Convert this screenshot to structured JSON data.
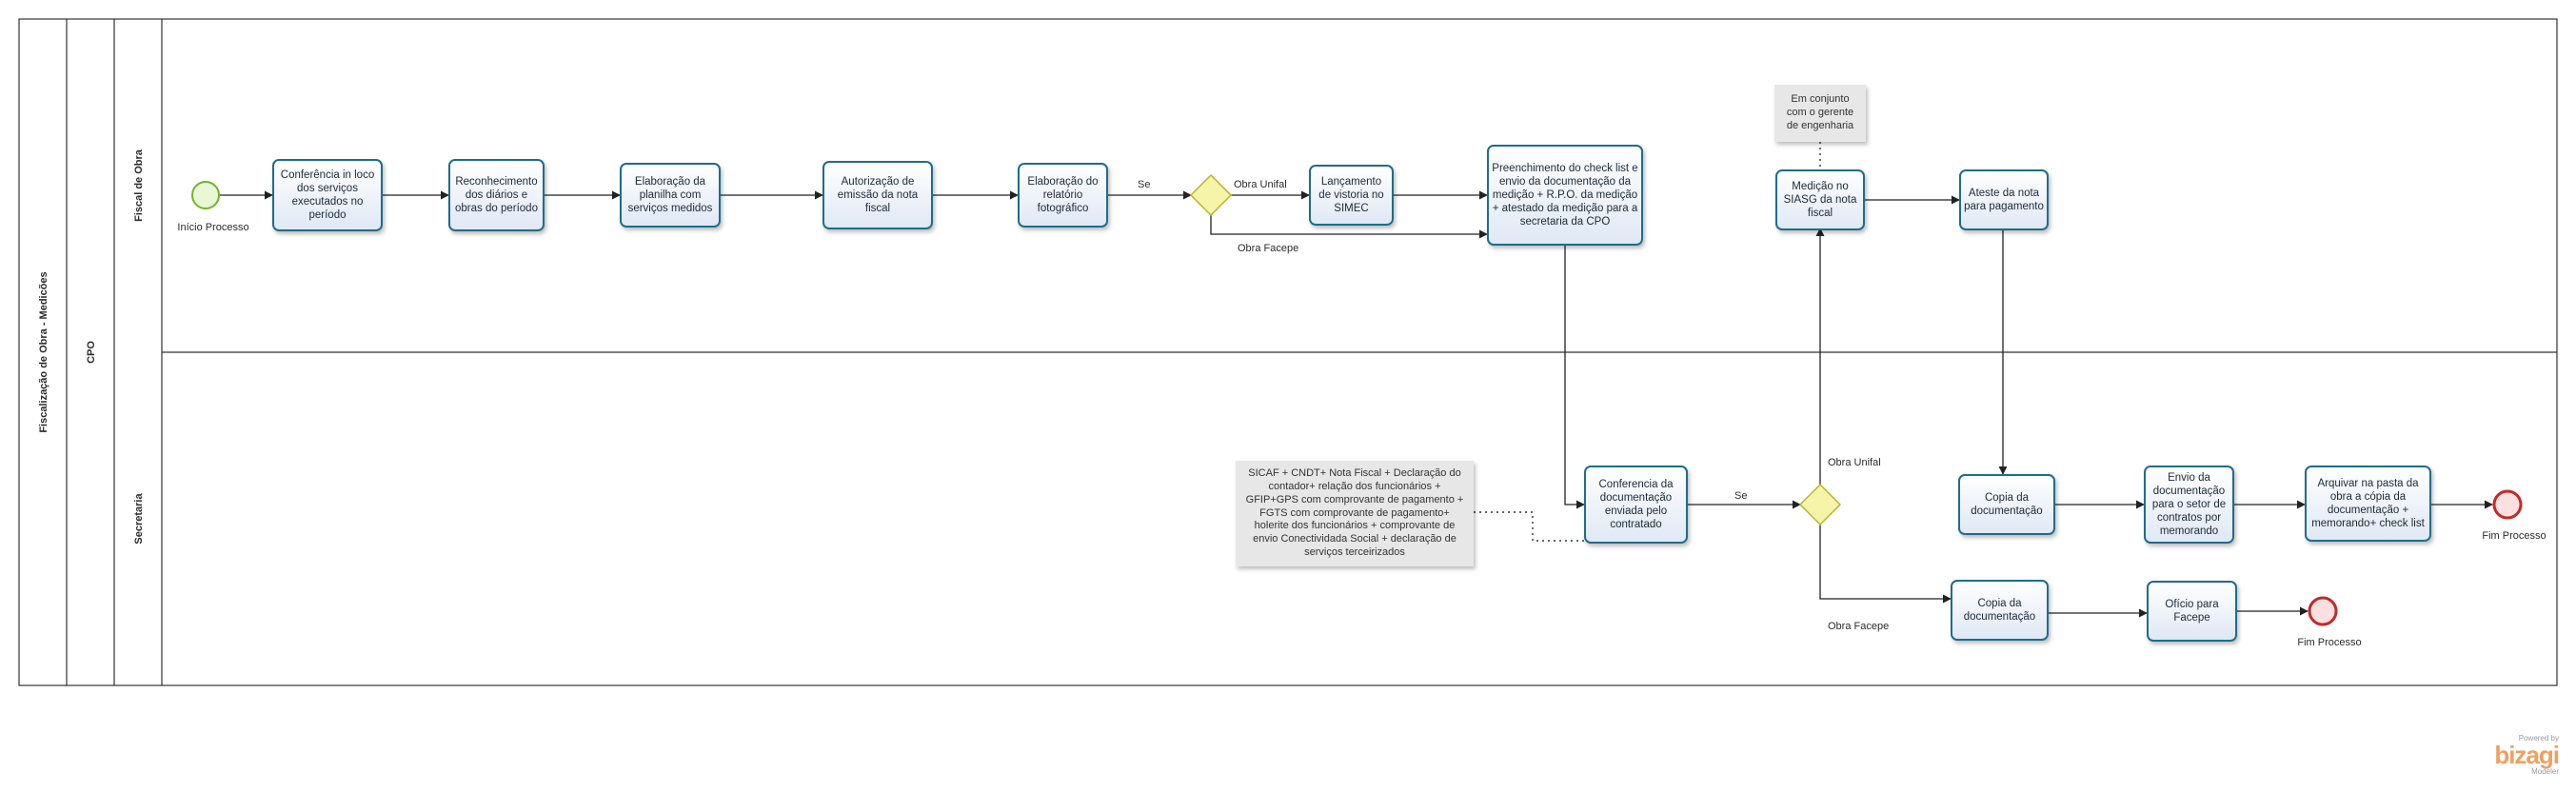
{
  "pool": {
    "title": "Fiscalização de Obra - Medicões",
    "lane_group": "CPO"
  },
  "lanes": {
    "top": "Fiscal de Obra",
    "bottom": "Secretaria"
  },
  "events": {
    "start": "Início Processo",
    "end1": "Fim Processo",
    "end2": "Fim Processo"
  },
  "tasks": {
    "t1": "Conferência in loco dos serviços executados no período",
    "t2": "Reconhecimento dos diários e obras do período",
    "t3": "Elaboração da planilha com serviços medidos",
    "t4": "Autorização de emissão da nota fiscal",
    "t5": "Elaboração do relatório fotográfico",
    "t6": "Lançamento de vistoria no SIMEC",
    "t7": "Preenchimento do check list e envio da documentação da medição + R.P.O. da medição + atestado da medição para a secretaria da CPO",
    "t8": "Medição no SIASG da nota fiscal",
    "t9": "Ateste da nota para pagamento",
    "t10": "Conferencia da documentação enviada pelo contratado",
    "t11": "Copia da documentação",
    "t12": "Envio da documentação para o setor de contratos por memorando",
    "t13": "Arquivar na pasta da obra a cópia da documentação + memorando+ check list",
    "t14": "Copia da documentação",
    "t15": "Ofício para Facepe"
  },
  "annotations": {
    "a1": "Em conjunto com o gerente de engenharia",
    "a2": "SICAF + CNDT+ Nota Fiscal + Declaração do contador+ relação dos funcionários + GFIP+GPS com comprovante de pagamento + FGTS com comprovante de pagamento+ holerite dos funcionários + comprovante de envio Conectividada Social + declaração de serviços terceirizados"
  },
  "flow_labels": {
    "se1": "Se",
    "unifal1": "Obra Unifal",
    "facepe1": "Obra Facepe",
    "se2": "Se",
    "unifal2": "Obra Unifal",
    "facepe2": "Obra Facepe"
  },
  "watermark": {
    "powered": "Powered by",
    "brand": "bizagi",
    "product": "Modeler"
  },
  "colors": {
    "task_fill": "#eef3fb",
    "task_stroke": "#1f6e8c",
    "start": "#8fd14f",
    "end": "#d32f2f",
    "gateway": "#f3f078"
  }
}
